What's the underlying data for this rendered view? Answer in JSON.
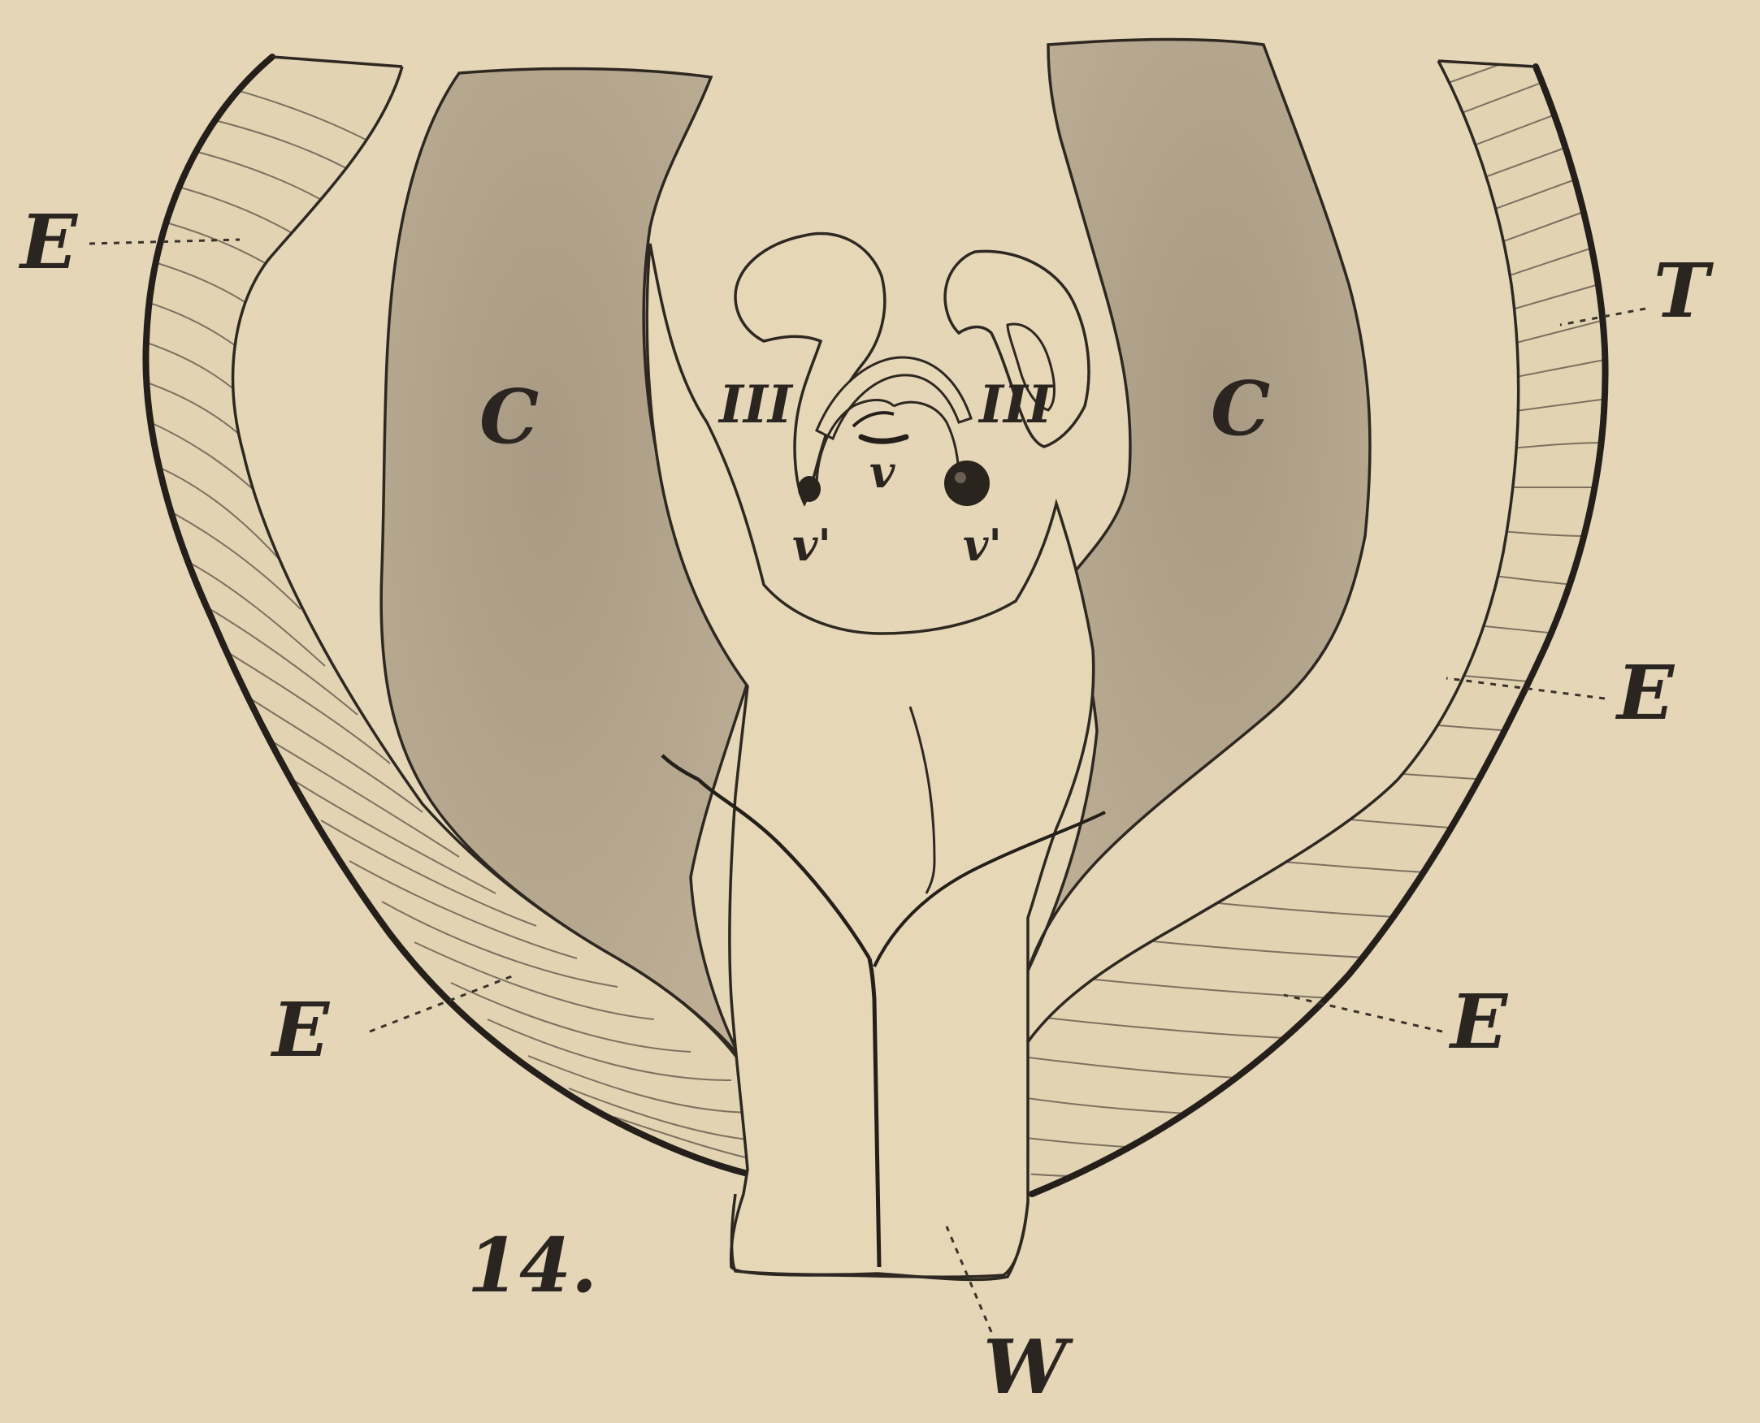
{
  "figure": {
    "number": "14.",
    "labels": {
      "E_upper_left": "E",
      "T": "T",
      "E_right_middle": "E",
      "E_lower_left": "E",
      "E_lower_right": "E",
      "W": "W",
      "C_left": "C",
      "C_right": "C",
      "III_left": "III",
      "III_right": "III",
      "v": "v",
      "v_prime_left": "v'",
      "v_prime_right": "v'"
    },
    "colors": {
      "paper": "#e7d9b9",
      "shaded_region": "#b3a48d",
      "ink": "#241f1a"
    }
  }
}
